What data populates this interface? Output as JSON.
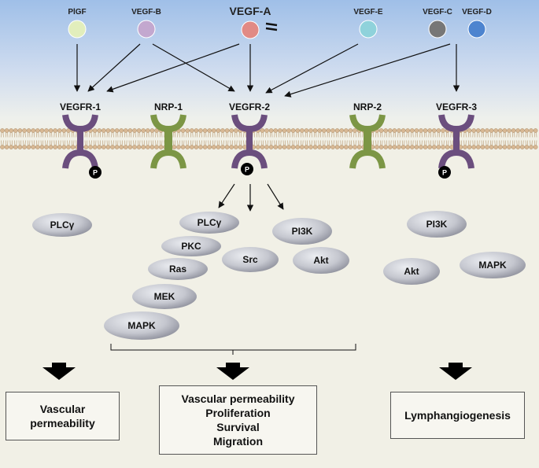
{
  "ligands": [
    {
      "id": "plgf",
      "label": "PlGF",
      "color": "#e2eebc"
    },
    {
      "id": "vegfb",
      "label": "VEGF-B",
      "color": "#c3a8cf"
    },
    {
      "id": "vegfa",
      "label": "VEGF-A",
      "color": "#e18a85"
    },
    {
      "id": "vegfe",
      "label": "VEGF-E",
      "color": "#8fd2db"
    },
    {
      "id": "vegfc",
      "label": "VEGF-C",
      "color": "#777777"
    },
    {
      "id": "vegfd",
      "label": "VEGF-D",
      "color": "#4d84cf"
    }
  ],
  "receptors": [
    {
      "id": "vegfr1",
      "label": "VEGFR-1",
      "color": "#6b4e7e",
      "phosphorylated": true
    },
    {
      "id": "nrp1",
      "label": "NRP-1",
      "color": "#7c9645",
      "phosphorylated": false
    },
    {
      "id": "vegfr2",
      "label": "VEGFR-2",
      "color": "#6b4e7e",
      "phosphorylated": true
    },
    {
      "id": "nrp2",
      "label": "NRP-2",
      "color": "#7c9645",
      "phosphorylated": false
    },
    {
      "id": "vegfr3",
      "label": "VEGFR-3",
      "color": "#6b4e7e",
      "phosphorylated": true
    }
  ],
  "phospho_label": "P",
  "signaling_nodes": [
    {
      "id": "plcg1",
      "label": "PLCγ"
    },
    {
      "id": "plcg2",
      "label": "PLCγ"
    },
    {
      "id": "pkc",
      "label": "PKC"
    },
    {
      "id": "ras",
      "label": "Ras"
    },
    {
      "id": "mek",
      "label": "MEK"
    },
    {
      "id": "mapk2",
      "label": "MAPK"
    },
    {
      "id": "src",
      "label": "Src"
    },
    {
      "id": "pi3k2",
      "label": "PI3K"
    },
    {
      "id": "akt2",
      "label": "Akt"
    },
    {
      "id": "pi3k3",
      "label": "PI3K"
    },
    {
      "id": "akt3",
      "label": "Akt"
    },
    {
      "id": "mapk3",
      "label": "MAPK"
    }
  ],
  "outcomes": {
    "left": [
      "Vascular",
      "permeability"
    ],
    "center": [
      "Vascular permeability",
      "Proliferation",
      "Survival",
      "Migration"
    ],
    "right": [
      "Lymphangiogenesis"
    ]
  },
  "colors": {
    "membrane_head": "#d8b894",
    "node_fill_light": "#e4e5ea",
    "node_fill_dark": "#9a9ca8"
  }
}
